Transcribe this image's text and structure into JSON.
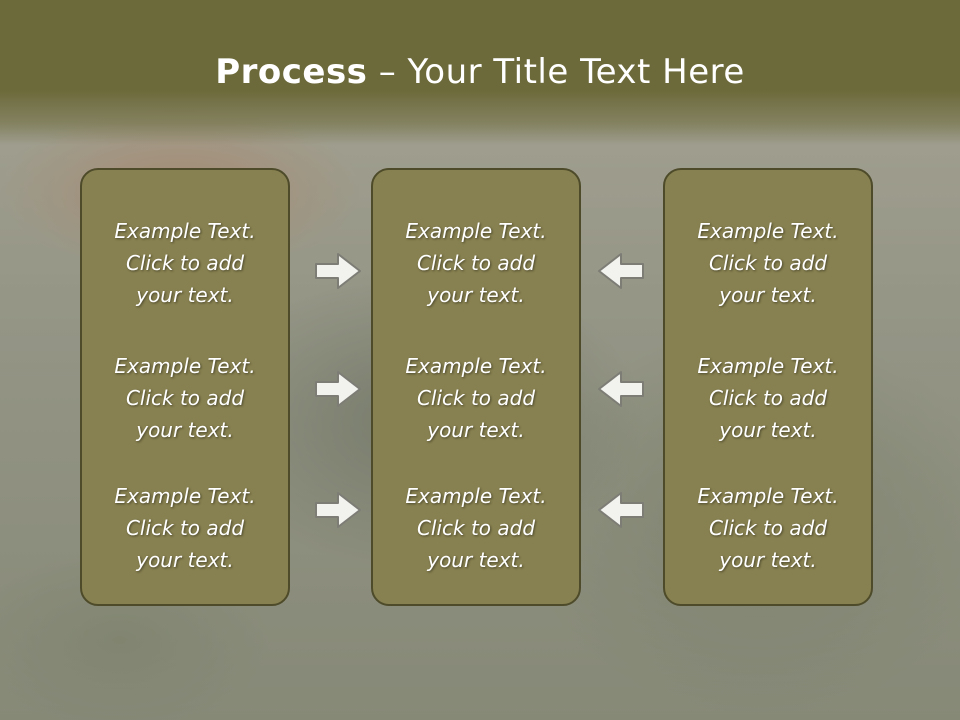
{
  "title": {
    "bold": "Process",
    "rest": " – Your Title Text Here"
  },
  "boxes": [
    {
      "items": [
        {
          "l1": "Example Text.",
          "l2": "Click  to add",
          "l3": "your text."
        },
        {
          "l1": "Example Text.",
          "l2": "Click  to add",
          "l3": "your text."
        },
        {
          "l1": "Example Text.",
          "l2": "Click  to add",
          "l3": "your text."
        }
      ]
    },
    {
      "items": [
        {
          "l1": "Example Text.",
          "l2": "Click  to add",
          "l3": "your text."
        },
        {
          "l1": "Example Text.",
          "l2": "Click  to add",
          "l3": "your text."
        },
        {
          "l1": "Example Text.",
          "l2": "Click  to add",
          "l3": "your text."
        }
      ]
    },
    {
      "items": [
        {
          "l1": "Example Text.",
          "l2": "Click  to add",
          "l3": "your text."
        },
        {
          "l1": "Example Text.",
          "l2": "Click  to add",
          "l3": "your text."
        },
        {
          "l1": "Example Text.",
          "l2": "Click  to add",
          "l3": "your text."
        }
      ]
    }
  ],
  "arrows": {
    "left_column": "arrow-right-icon",
    "right_column": "arrow-left-icon"
  },
  "colors": {
    "header": "#6c6a3a",
    "box_fill": "#878050",
    "box_border": "#4e4b2a",
    "text": "#ffffff"
  }
}
